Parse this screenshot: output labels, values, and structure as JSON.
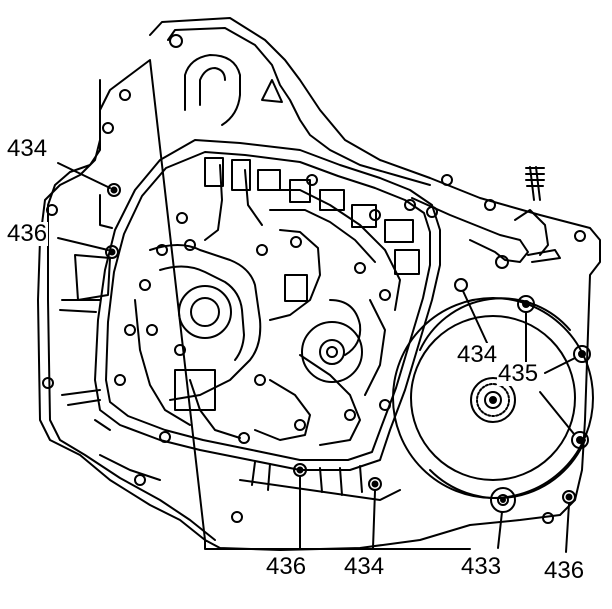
{
  "callouts": {
    "c434_upper_left": "434",
    "c436_left": "436",
    "c434_right_center": "434",
    "c435_right": "435",
    "c436_bottom_left": "436",
    "c434_bottom": "434",
    "c433_bottom": "433",
    "c436_bottom_right": "436"
  },
  "colors": {
    "line": "#000000",
    "background": "#ffffff"
  }
}
